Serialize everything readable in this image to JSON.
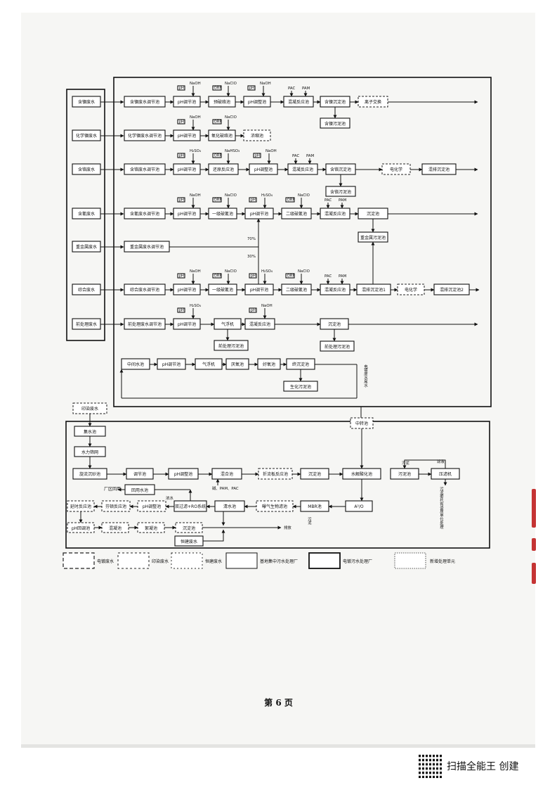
{
  "streams": [
    "含镍废水",
    "化学镍废水",
    "含铬废水",
    "含氰废水",
    "重金属废水",
    "综合废水",
    "前处理废水"
  ],
  "top": {
    "r1": [
      "含镍废水调节池",
      "pH调节池",
      "预破络池",
      "pH调整池",
      "混凝反应池",
      "含镍沉淀池",
      "离子交换"
    ],
    "r1_sub": "含镍污泥池",
    "r2": [
      "化学镍废水调节池",
      "pH调节池",
      "氧化破络池",
      "浓缩池"
    ],
    "r3": [
      "含铬废水调节池",
      "pH调节池",
      "还原反应池",
      "pH调整池",
      "混凝反应池",
      "含铬沉淀池",
      "电化学",
      "混排沉淀池"
    ],
    "r3_sub": "含铬污泥池",
    "r4": [
      "含氰废水调节池",
      "pH调节池",
      "一级破氰池",
      "pH调节池",
      "二级破氰池",
      "混凝反应池",
      "沉淀池"
    ],
    "r4_sub": "重金属污泥池",
    "r5": [
      "重金属废水调节池"
    ],
    "r6": [
      "综合废水调节池",
      "pH调节池",
      "一级破氰池",
      "pH调节池",
      "二级破氰池",
      "混凝反应池",
      "混排沉淀池1",
      "电化学",
      "混排沉淀池2"
    ],
    "r7": [
      "前处理废水调节池",
      "pH调节池",
      "气浮机",
      "混凝反应池",
      "沉淀池"
    ],
    "r7_sub": [
      "前处理污泥池",
      "前处理污泥池"
    ],
    "r8": [
      "中间水池",
      "pH调节池",
      "气浮机",
      "厌氧池",
      "好氧池",
      "终沉淀池"
    ],
    "r8_sub": "生化污泥池",
    "pct": [
      "70%",
      "30%"
    ],
    "side_text": "电镀废水尾水"
  },
  "tags": {
    "ph": "pH",
    "orp": "ORP",
    "naoh": "NaOH",
    "naclo": "NaClO",
    "h2so4": "H₂SO₄",
    "nahso3": "NaHSO₃",
    "pac": "PAC",
    "pam": "PAM"
  },
  "bottom": {
    "dye_label": "印染废水",
    "col": [
      "集水池",
      "水力筛网"
    ],
    "r1": [
      "旋流沉砂池",
      "调节池",
      "pH调整池",
      "混合池",
      "折流板反应池",
      "沉淀池",
      "水解酸化池",
      "污泥池",
      "压滤机"
    ],
    "chem": "碱、PAM、PAC",
    "sludge_top": "污泥",
    "filtrate": "滤液",
    "sludge_note": "污泥委托有资质单位处理",
    "mid_box": "中转池",
    "r2": [
      "厂区回用",
      "回用水池",
      "A²/O",
      "MBR池",
      "曝气生物滤池",
      "清水池",
      "双过滤+RO系统",
      "pH调整池",
      "芬顿反应池",
      "延时反应池"
    ],
    "r2_label": "浓水",
    "r2_sludge": "污泥",
    "r3": [
      "pH回调池",
      "混凝池",
      "絮凝池",
      "沉淀池",
      "排放"
    ],
    "solid_box": "恒建废水"
  },
  "legend": [
    "电镀废水",
    "印染废水",
    "恒建废水",
    "基地集中污水处理厂",
    "电镀污水处理厂",
    "新增处理单元"
  ],
  "page_number": "第 6 页",
  "footer": "扫描全能王 创建"
}
